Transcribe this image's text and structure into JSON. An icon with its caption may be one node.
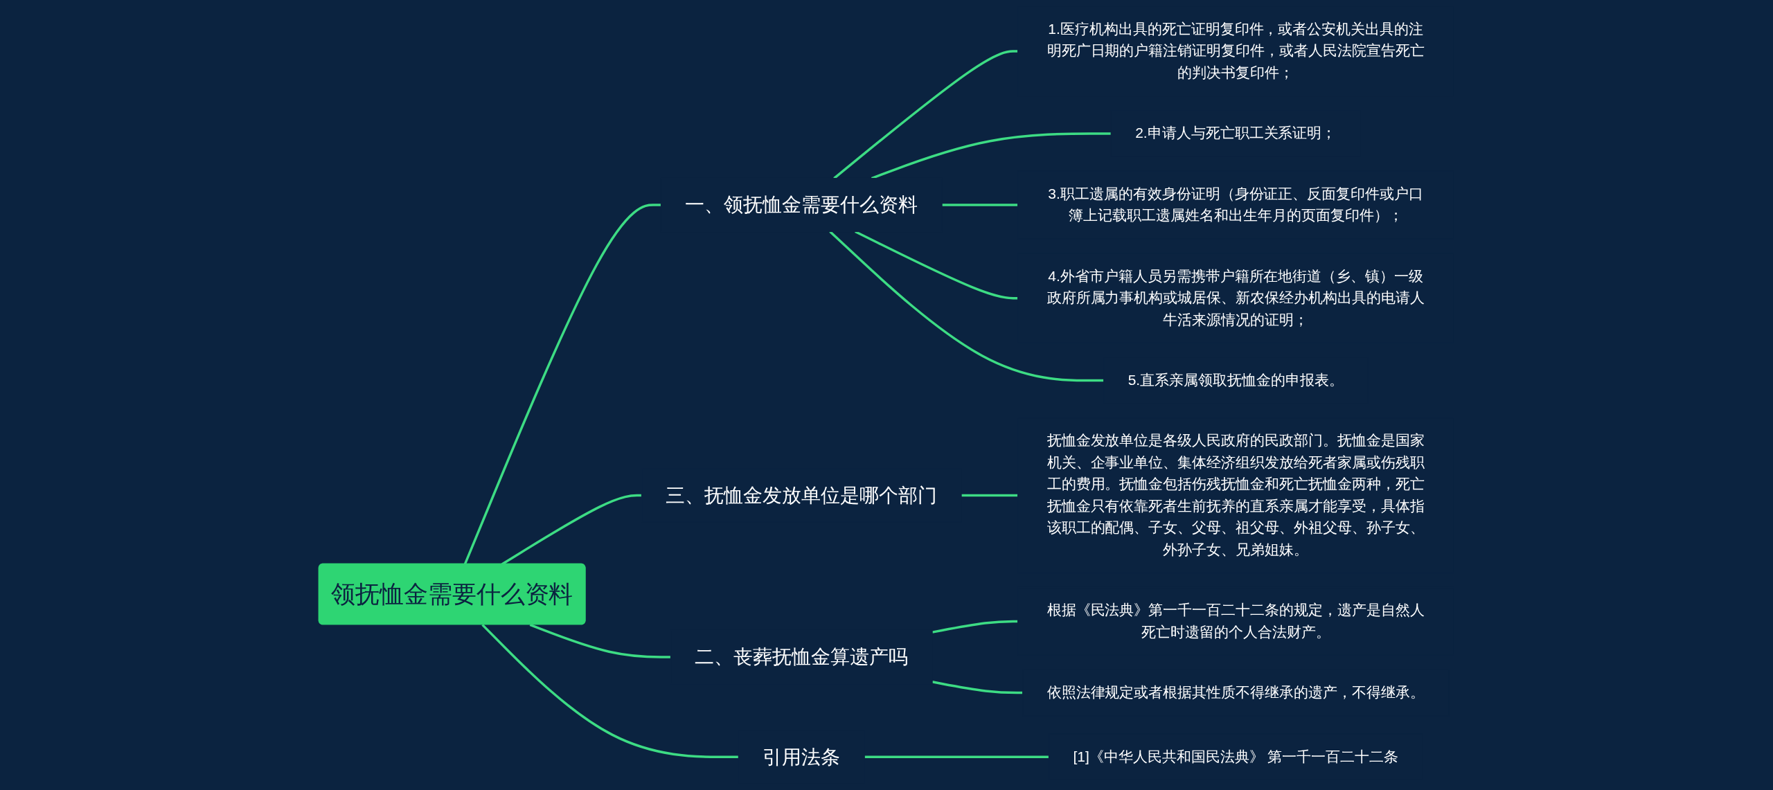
{
  "diagram": {
    "nodes": [
      {
        "text": [
          "领抚恤金需要什么资料"
        ]
      },
      {
        "text": [
          "一、领抚恤金需要什么资料"
        ]
      },
      {
        "text": [
          "1.医疗机构出具的死亡证明复印件，或者公安机关出具的注明死广日期的户籍注销证明复印件，或者人民法院宣告死亡的判决书复印件；"
        ]
      },
      {
        "text": [
          "2.申请人与死亡职工关系证明；"
        ]
      },
      {
        "text": [
          "3.职工遗属的有效身份证明（身份证正、反面复印件或户口簿上记载职工遗属姓名和出生年月的页面复印件）；"
        ]
      },
      {
        "text": [
          "4.外省市户籍人员另需携带户籍所在地街道（乡、镇）一级政府所属力事机构或城居保、新农保经办机构出具的电请人牛活来源情况的证明；"
        ]
      },
      {
        "text": [
          "5.直系亲属领取抚恤金的申报表。"
        ]
      },
      {
        "text": [
          "三、抚恤金发放单位是哪个部门"
        ]
      },
      {
        "text": [
          "抚恤金发放单位是各级人民政府的民政部门。抚恤金是国家机关、企事业单位、集体经济组织发放给死者家属或伤残职工的费用。抚恤金包括伤残抚恤金和死亡抚恤金两种，死亡抚恤金只有依靠死者生前抚养的直系亲属才能享受，具体指该职工的配偶、子女、父母、祖父母、外祖父母、孙子女、外孙子女、兄弟姐妹。"
        ]
      },
      {
        "text": [
          "二、丧葬抚恤金算遗产吗"
        ]
      },
      {
        "text": [
          "根据《民法典》第一千一百二十二条的规定，遗产是自然人死亡时遗留的个人合法财产。"
        ]
      },
      {
        "text": [
          "依照法律规定或者根据其性质不得继承的遗产，不得继承。"
        ]
      },
      {
        "text": [
          "引用法条"
        ]
      },
      {
        "text": [
          "[1]《中华人民共和国民法典》 第一千一百二十二条"
        ]
      }
    ],
    "edges": [
      {
        "from": 0,
        "to": 1,
        "arrow": "none"
      },
      {
        "from": 1,
        "to": 2,
        "arrow": "none"
      },
      {
        "from": 1,
        "to": 3,
        "arrow": "none"
      },
      {
        "from": 1,
        "to": 4,
        "arrow": "none"
      },
      {
        "from": 1,
        "to": 5,
        "arrow": "none"
      },
      {
        "from": 1,
        "to": 6,
        "arrow": "none"
      },
      {
        "from": 0,
        "to": 7,
        "arrow": "none"
      },
      {
        "from": 7,
        "to": 8,
        "arrow": "none"
      },
      {
        "from": 0,
        "to": 9,
        "arrow": "none"
      },
      {
        "from": 9,
        "to": 10,
        "arrow": "none"
      },
      {
        "from": 9,
        "to": 11,
        "arrow": "none"
      },
      {
        "from": 0,
        "to": 12,
        "arrow": "none"
      },
      {
        "from": 12,
        "to": 13,
        "arrow": "none"
      }
    ]
  }
}
